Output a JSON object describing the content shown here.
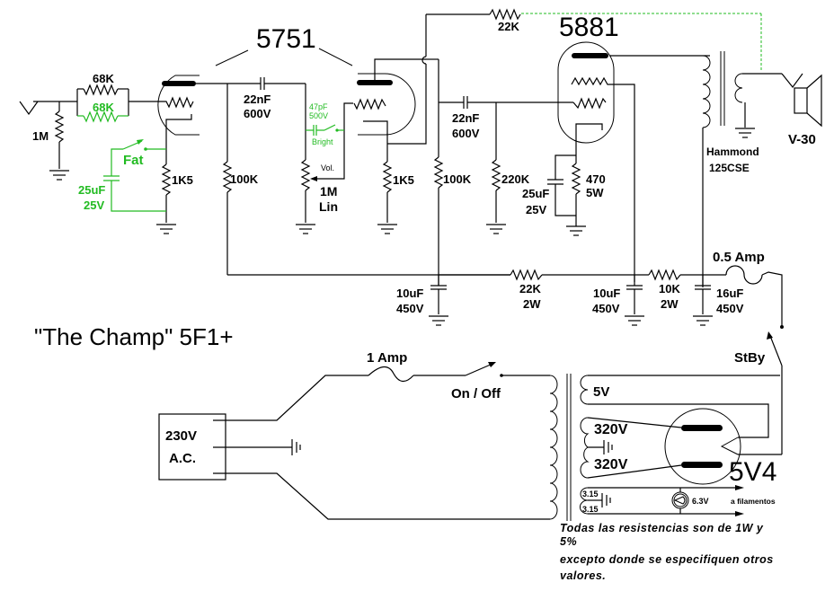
{
  "title": "\"The Champ\"  5F1+",
  "tubes": {
    "preamp": "5751",
    "power": "5881",
    "rectifier": "5V4"
  },
  "input": {
    "grid_leak": "1M",
    "grid_stopper": "68K",
    "grid_stopper_mod": "68K"
  },
  "stage1": {
    "cathode_resistor": "1K5",
    "plate_resistor": "100K",
    "coupling_cap": "22nF",
    "coupling_cap_voltage": "600V",
    "fat_switch_label": "Fat",
    "fat_cap": "25uF",
    "fat_cap_voltage": "25V"
  },
  "volume": {
    "label": "Vol.",
    "value": "1M",
    "taper": "Lin",
    "bright_cap": "47pF",
    "bright_cap_voltage": "500V",
    "bright_label": "Bright"
  },
  "stage2": {
    "cathode_resistor": "1K5",
    "plate_resistor": "100K",
    "coupling_cap": "22nF",
    "coupling_cap_voltage": "600V",
    "feedback_resistor": "22K"
  },
  "power_stage": {
    "grid_resistor": "220K",
    "cathode_resistor": "470",
    "cathode_resistor_power": "5W",
    "cathode_cap": "25uF",
    "cathode_cap_voltage": "25V"
  },
  "output": {
    "transformer_brand": "Hammond",
    "transformer_model": "125CSE",
    "speaker": "V-30"
  },
  "supply": {
    "filter1": "10uF",
    "filter1_voltage": "450V",
    "dropper1": "22K",
    "dropper1_power": "2W",
    "filter2": "10uF",
    "filter2_voltage": "450V",
    "dropper2": "10K",
    "dropper2_power": "2W",
    "filter3": "16uF",
    "filter3_voltage": "450V",
    "ht_fuse": "0.5 Amp",
    "standby_label": "StBy"
  },
  "mains": {
    "input_voltage": "230V",
    "input_type": "A.C.",
    "fuse": "1 Amp",
    "switch_label": "On / Off",
    "rect_heater": "5V",
    "ht_upper": "320V",
    "ht_lower": "320V",
    "heater_upper": "3.15",
    "heater_lower": "3.15",
    "pilot_lamp": "6.3V",
    "heater_dest": "a filamentos"
  },
  "note": {
    "line1": "Todas las resistencias son de 1W y",
    "line2": "5%",
    "line3": "excepto donde se especifiquen otros",
    "line4": "valores."
  }
}
